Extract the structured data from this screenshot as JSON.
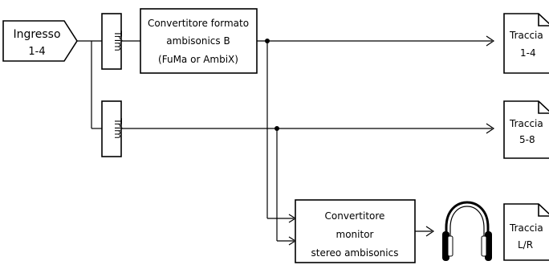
{
  "input": {
    "line1": "Ingresso",
    "line2": "1-4"
  },
  "trim_top": {
    "label": "Trim"
  },
  "trim_bottom": {
    "label": "Trim"
  },
  "converter_b": {
    "line1": "Convertitore formato",
    "line2": "ambisonics B",
    "line3": "(FuMa or AmbiX)"
  },
  "monitor_converter": {
    "line1": "Convertitore",
    "line2": "monitor",
    "line3": "stereo ambisonics"
  },
  "outputs": {
    "track_1_4": {
      "line1": "Traccia",
      "line2": "1-4"
    },
    "track_5_8": {
      "line1": "Traccia",
      "line2": "5-8"
    },
    "track_lr": {
      "line1": "Traccia",
      "line2": "L/R"
    }
  },
  "icons": {
    "headphones": "headphones-icon"
  }
}
